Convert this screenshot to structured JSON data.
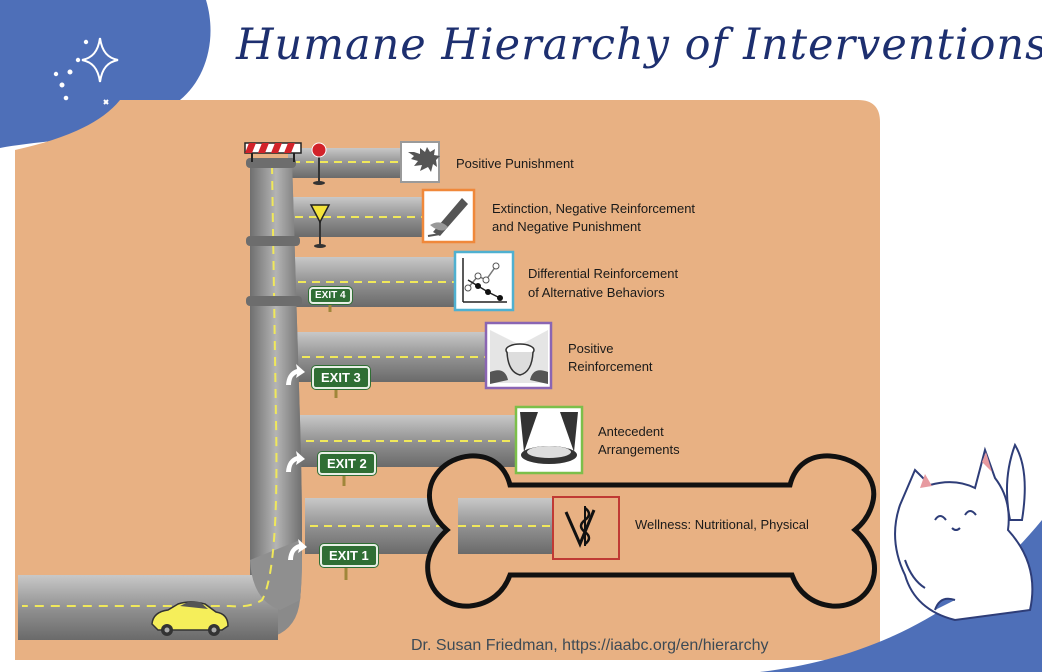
{
  "title": "Humane Hierarchy of Interventions",
  "levels": [
    {
      "label": "Positive Punishment"
    },
    {
      "label_line1": "Extinction, Negative Reinforcement",
      "label_line2": "and Negative Punishment"
    },
    {
      "label_line1": "Differential Reinforcement",
      "label_line2": "of Alternative Behaviors"
    },
    {
      "label_line1": "Positive",
      "label_line2": "Reinforcement"
    },
    {
      "label_line1": "Antecedent",
      "label_line2": "Arrangements"
    },
    {
      "label": "Wellness: Nutritional, Physical"
    }
  ],
  "exits": [
    "EXIT 4",
    "EXIT 3",
    "EXIT 2",
    "EXIT 1"
  ],
  "credit": "Dr. Susan Friedman, https://iaabc.org/en/hierarchy",
  "colors": {
    "background_panel": "#e8b183",
    "road": "#8c8c8c",
    "title": "#1d2f6f",
    "corner_blue": "#4e6fb8",
    "sign_green": "#2f6e34",
    "car": "#f5ee5a"
  },
  "icons": [
    "sparkle-icon",
    "cat-illustration",
    "car-illustration",
    "roadblock-icon",
    "stop-sign-icon",
    "yield-sign-icon",
    "caduceus-icon",
    "bone-outline"
  ]
}
